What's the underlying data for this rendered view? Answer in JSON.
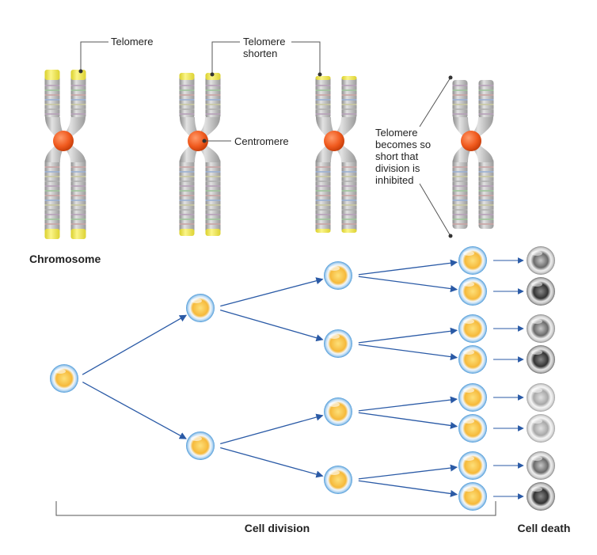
{
  "labels": {
    "telomere": "Telomere",
    "telomere_shorten_line1": "Telomere",
    "telomere_shorten_line2": "shorten",
    "centromere": "Centromere",
    "inhibited_line1": "Telomere",
    "inhibited_line2": "becomes so",
    "inhibited_line3": "short that",
    "inhibited_line4": "division is",
    "inhibited_line5": "inhibited",
    "chromosome": "Chromosome",
    "cell_division": "Cell division",
    "cell_death": "Cell death"
  },
  "colors": {
    "telomere": "#f4ea4a",
    "centromere": "#f05a1e",
    "arrow": "#2a5aa6",
    "cell_rim": "#6ab0e6",
    "cell_core": "#f6b93a"
  }
}
